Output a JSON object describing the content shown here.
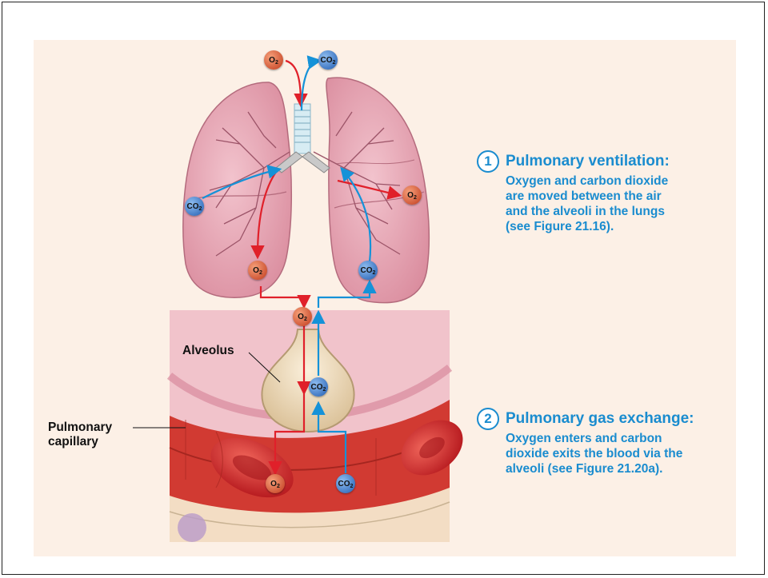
{
  "steps": [
    {
      "number": "1",
      "title": "Pulmonary ventilation:",
      "lines": [
        "Oxygen and carbon dioxide",
        "are moved between the air",
        "and the alveoli in the lungs",
        "(see Figure 21.16)."
      ]
    },
    {
      "number": "2",
      "title": "Pulmonary gas exchange:",
      "lines": [
        "Oxygen enters and carbon",
        "dioxide exits the blood via the",
        "alveoli (see Figure 21.20a)."
      ]
    }
  ],
  "labels": {
    "alveolus": "Alveolus",
    "capillary_line1": "Pulmonary",
    "capillary_line2": "capillary"
  },
  "molecules": {
    "o2_main": "O",
    "o2_sub": "2",
    "co2_main": "CO",
    "co2_sub": "2"
  },
  "colors": {
    "accent": "#1a8ccf",
    "o2": "#d9532e",
    "co2": "#2f73c4",
    "o2_arrow": "#e0202a",
    "co2_arrow": "#1592d8",
    "panel_bg": "#fcf0e6",
    "lung": "#e8a7b5"
  }
}
